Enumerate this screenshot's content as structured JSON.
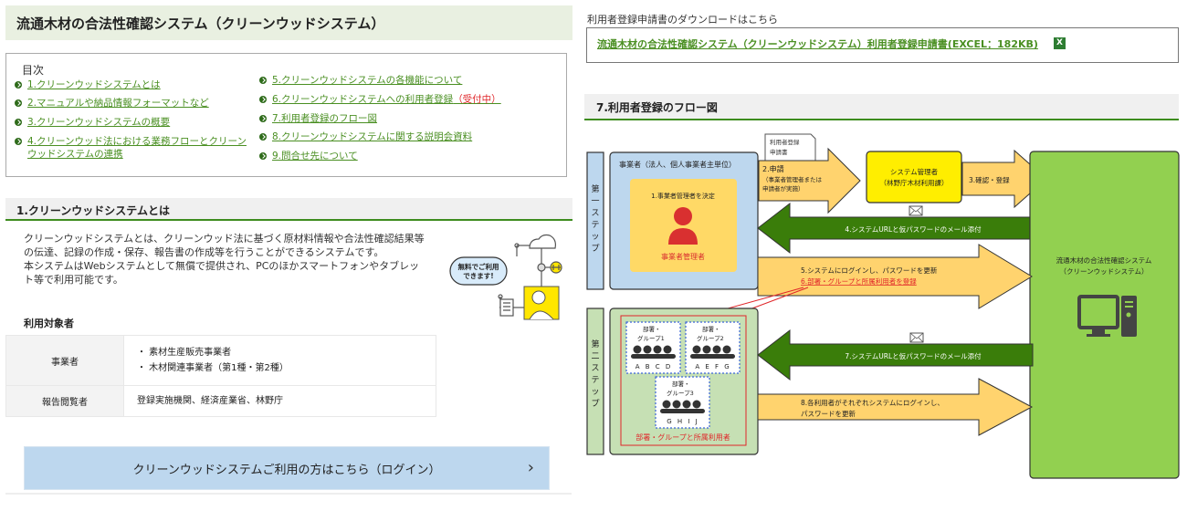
{
  "page": {
    "title": "流通木材の合法性確認システム（クリーンウッドシステム）"
  },
  "toc": {
    "heading": "目次",
    "items": [
      {
        "label": "1.クリーンウッドシステムとは"
      },
      {
        "label": "2.マニュアルや納品情報フォーマットなど"
      },
      {
        "label": "3.クリーンウッドシステムの概要"
      },
      {
        "label": "4.クリーンウッド法における業務フローとクリーン",
        "label2": "ウッドシステムの連携"
      },
      {
        "label": "5.クリーンウッドシステムの各機能について"
      },
      {
        "label": "6.クリーンウッドシステムへの利用者登録",
        "badge": "（受付中）"
      },
      {
        "label": "7.利用者登録のフロー図"
      },
      {
        "label": "8.クリーンウッドシステムに関する説明会資料"
      },
      {
        "label": "9.問合せ先について"
      }
    ]
  },
  "section1": {
    "title": "1.クリーンウッドシステムとは",
    "paragraph1": "クリーンウッドシステムとは、クリーンウッド法に基づく原材料情報や合法性確認結果等の伝達、記録の作成・保存、報告書の作成等を行うことができるシステムです。",
    "paragraph2": "本システムはWebシステムとして無償で提供され、PCのほかスマートフォンやタブレット等で利用可能です。",
    "illustration_bubble_line1": "無料でご利用",
    "illustration_bubble_line2": "できます!",
    "target_label": "利用対象者",
    "table": [
      {
        "header": "事業者",
        "values": [
          "・ 素材生産販売事業者",
          "・ 木材関連事業者（第1種・第2種）"
        ]
      },
      {
        "header": "報告閲覧者",
        "values": [
          "登録実施機関、経済産業省、林野庁"
        ]
      }
    ],
    "login_button": "クリーンウッドシステムご利用の方はこちら（ログイン）",
    "login_chevron": "›"
  },
  "download": {
    "label": "利用者登録申請書のダウンロードはこちら",
    "link": "流通木材の合法性確認システム（クリーンウッドシステム）利用者登録申請書(EXCEL：182KB)",
    "icon": "excel-icon"
  },
  "section7": {
    "title": "7.利用者登録のフロー図",
    "flow": {
      "step1_label": [
        "第",
        "一",
        "ス",
        "テ",
        "ッ",
        "プ"
      ],
      "step2_label": [
        "第",
        "二",
        "ス",
        "テ",
        "ッ",
        "プ"
      ],
      "business_title": "事業者（法人、個人事業者主単位）",
      "manager_decide": "1.事業者管理者を決定",
      "manager_label": "事業者管理者",
      "doc_line1": "利用者登録",
      "doc_line2": "申請書",
      "apply_line1": "2.申請",
      "apply_line2": "（事業者管理者または",
      "apply_line3": "申請者が実施）",
      "admin_line1": "システム管理者",
      "admin_line2": "（林野庁木材利用課）",
      "confirm": "3.確認・登録",
      "mail1": "4.システムURLと仮パスワードのメール添付",
      "login_line1": "5.システムにログインし、パスワードを更新",
      "login_line2": "6.部署・グループと所属利用者を登録",
      "system_line1": "流通木材の合法性確認システム",
      "system_line2": "（クリーンウッドシステム）",
      "groups": [
        {
          "line1": "部署・",
          "line2": "グループ1",
          "members": "A B C D"
        },
        {
          "line1": "部署・",
          "line2": "グループ2",
          "members": "A E F G"
        },
        {
          "line1": "部署・",
          "line2": "グループ3",
          "members": "G H I J"
        }
      ],
      "groups_caption": "部署・グループと所属利用者",
      "mail2": "7.システムURLと仮パスワードのメール添付",
      "each_line1": "8.各利用者がそれぞれシステムにログインし、",
      "each_line2": "パスワードを更新"
    }
  },
  "colors": {
    "link_green": "#4a8f22",
    "header_rule": "#3d8c1e",
    "badge_red": "#e0262a",
    "login_bg": "#bdd7ee",
    "business_bg": "#bdd7ee",
    "manager_bg": "#ffd966",
    "arrow_yellow": "#ffd36e",
    "admin_yellow": "#ffee00",
    "arrow_green": "#3a7d0a",
    "system_green": "#92d050",
    "step2_bg": "#c6e0b4"
  }
}
